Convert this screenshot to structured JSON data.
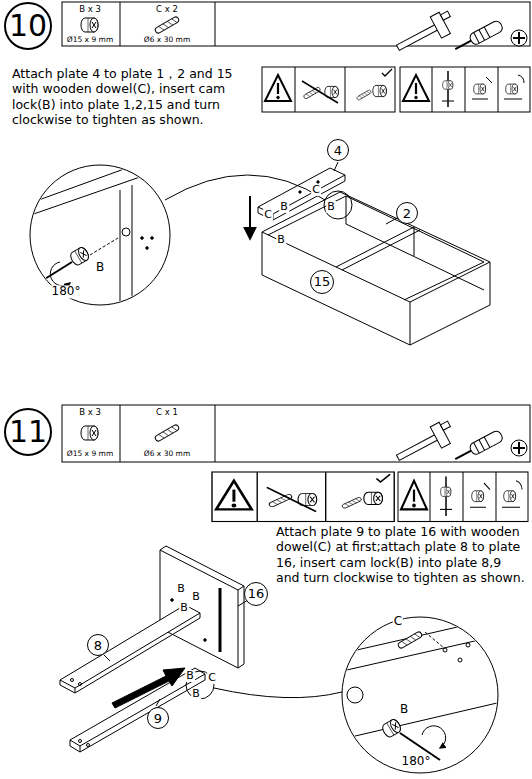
{
  "diagram": {
    "nodes": [
      {
        "text": [
          "10"
        ]
      },
      {
        "text": [
          "4"
        ]
      },
      {
        "text": [
          "2"
        ]
      },
      {
        "text": [
          "15"
        ]
      },
      {
        "text": [
          "11"
        ]
      },
      {
        "text": [
          "16"
        ]
      },
      {
        "text": [
          "8"
        ]
      },
      {
        "text": [
          "9"
        ]
      }
    ],
    "labels": [
      "B x 3",
      "Ø15 x 9 mm",
      "C x 2",
      "Ø6 x 30 mm",
      "Attach plate 4 to plate 1，2 and 15 with wooden dowel(C), insert cam lock(B) into plate 1,2,15 and turn clockwise to tighten as shown.",
      "C",
      "B",
      "C",
      "B",
      "B",
      "B",
      "180°",
      "B x 3",
      "Ø15 x 9 mm",
      "C x 1",
      "Ø6 x 30 mm",
      "Attach plate 9 to plate 16 with wooden dowel(C) at first;attach plate 8 to plate 16, insert cam lock(B) into plate 8,9 and turn clockwise to tighten as shown.",
      "B",
      "B",
      "B",
      "B",
      "C",
      "B",
      "C",
      "B",
      "180°"
    ]
  }
}
